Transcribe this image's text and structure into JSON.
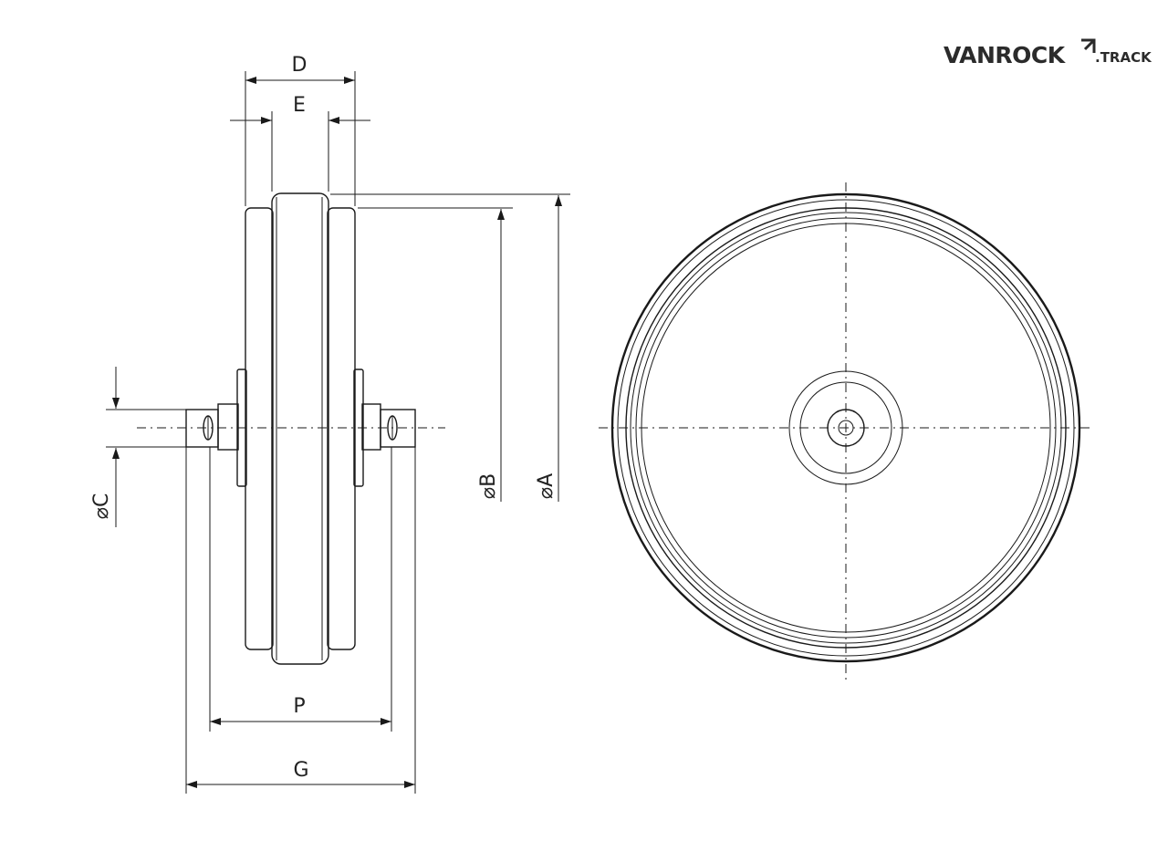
{
  "logo": {
    "brand": "VANROCK",
    "suffix": ".TRACK"
  },
  "dimensions": {
    "D": "D",
    "E": "E",
    "B": "⌀B",
    "A": "⌀A",
    "C": "⌀C",
    "P": "P",
    "G": "G"
  }
}
